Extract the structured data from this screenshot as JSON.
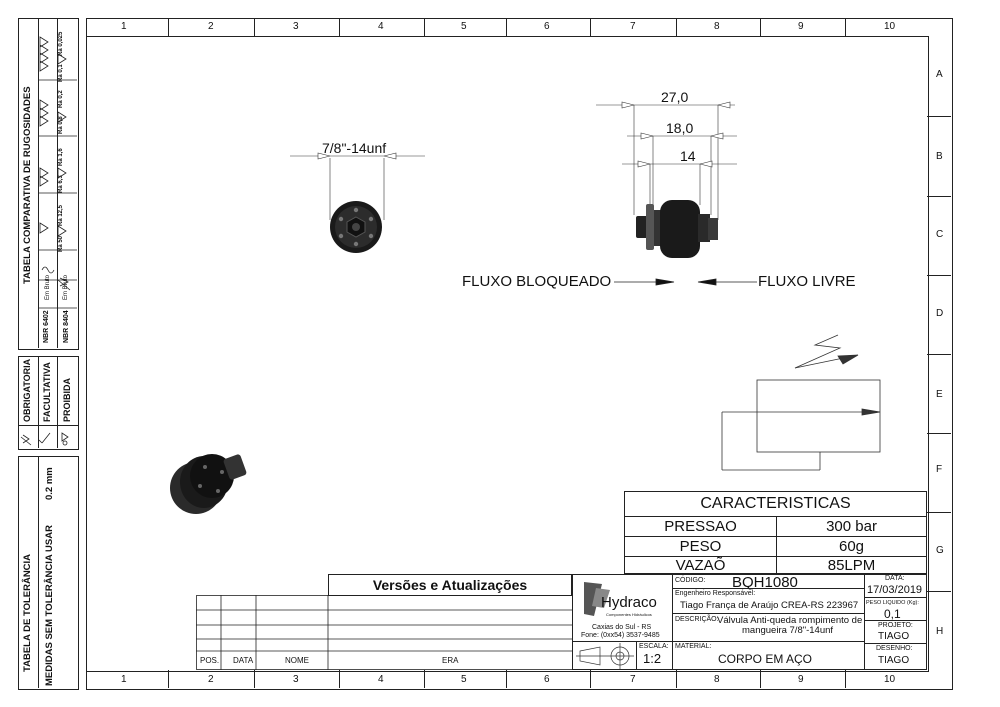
{
  "grid": {
    "columns": [
      "1",
      "2",
      "3",
      "4",
      "5",
      "6",
      "7",
      "8",
      "9",
      "10"
    ],
    "rows": [
      "A",
      "B",
      "C",
      "D",
      "E",
      "F",
      "G",
      "H"
    ]
  },
  "roughness": {
    "title": "TABELA COMPARATIVA DE RUGOSIDADES",
    "norm_1": "NBR 6402",
    "norm_2": "NBR 8404",
    "raw_1": "Em Bruto",
    "raw_2": "Em Bruto",
    "values": [
      "Ra 50",
      "Ra 12,5",
      "Ra 6,3",
      "Ra 1,6",
      "Ra 0,8",
      "Ra 0,2",
      "Ra 0,1",
      "Ra 0,025"
    ]
  },
  "legend": {
    "mandatory": "OBRIGATORIA",
    "optional": "FACULTATIVA",
    "forbidden": "PROIBIDA"
  },
  "tolerance": {
    "title": "TABELA DE TOLERÂNCIA",
    "subtitle": "MEDIDAS SEM TOLERÂNCIA USAR",
    "value": "0.2 mm"
  },
  "drawing": {
    "thread_dim": "7/8\"-14unf",
    "dim_27": "27,0",
    "dim_18": "18,0",
    "dim_14": "14",
    "flow_blocked": "FLUXO BLOQUEADO",
    "flow_free": "FLUXO LIVRE"
  },
  "characteristics": {
    "title": "CARACTERISTICAS",
    "rows": [
      {
        "label": "PRESSAO",
        "value": "300 bar"
      },
      {
        "label": "PESO",
        "value": "60g"
      },
      {
        "label": "VAZAÕ",
        "value": "85LPM"
      }
    ]
  },
  "revisions": {
    "title": "Versões e Atualizações",
    "headers": [
      "POS.",
      "DATA",
      "NOME",
      "ERA"
    ]
  },
  "title_block": {
    "company": "Hydraco",
    "company_sub": "Componentes Hidráulicos",
    "city": "Caxias do Sul - RS",
    "phone": "Fone: (0xx54) 3537-9485",
    "code_label": "CÓDIGO:",
    "code": "BQH1080",
    "engineer_label": "Engenheiro Responsável:",
    "engineer": "Tiago França de Araújo CREA-RS 223967",
    "description_label": "DESCRIÇÃO:",
    "description_1": "Válvula Anti-queda rompimento de",
    "description_2": "mangueira 7/8\"-14unf",
    "scale_label": "ESCALA:",
    "scale": "1:2",
    "material_label": "MATERIAL:",
    "material": "CORPO EM AÇO",
    "date_label": "DATA:",
    "date": "17/03/2019",
    "weight_label": "PESO LIQUIDO (Kg):",
    "weight": "0,1",
    "project_label": "PROJETO:",
    "project": "TIAGO",
    "drawing_label": "DESENHO:",
    "drawing_by": "TIAGO"
  }
}
